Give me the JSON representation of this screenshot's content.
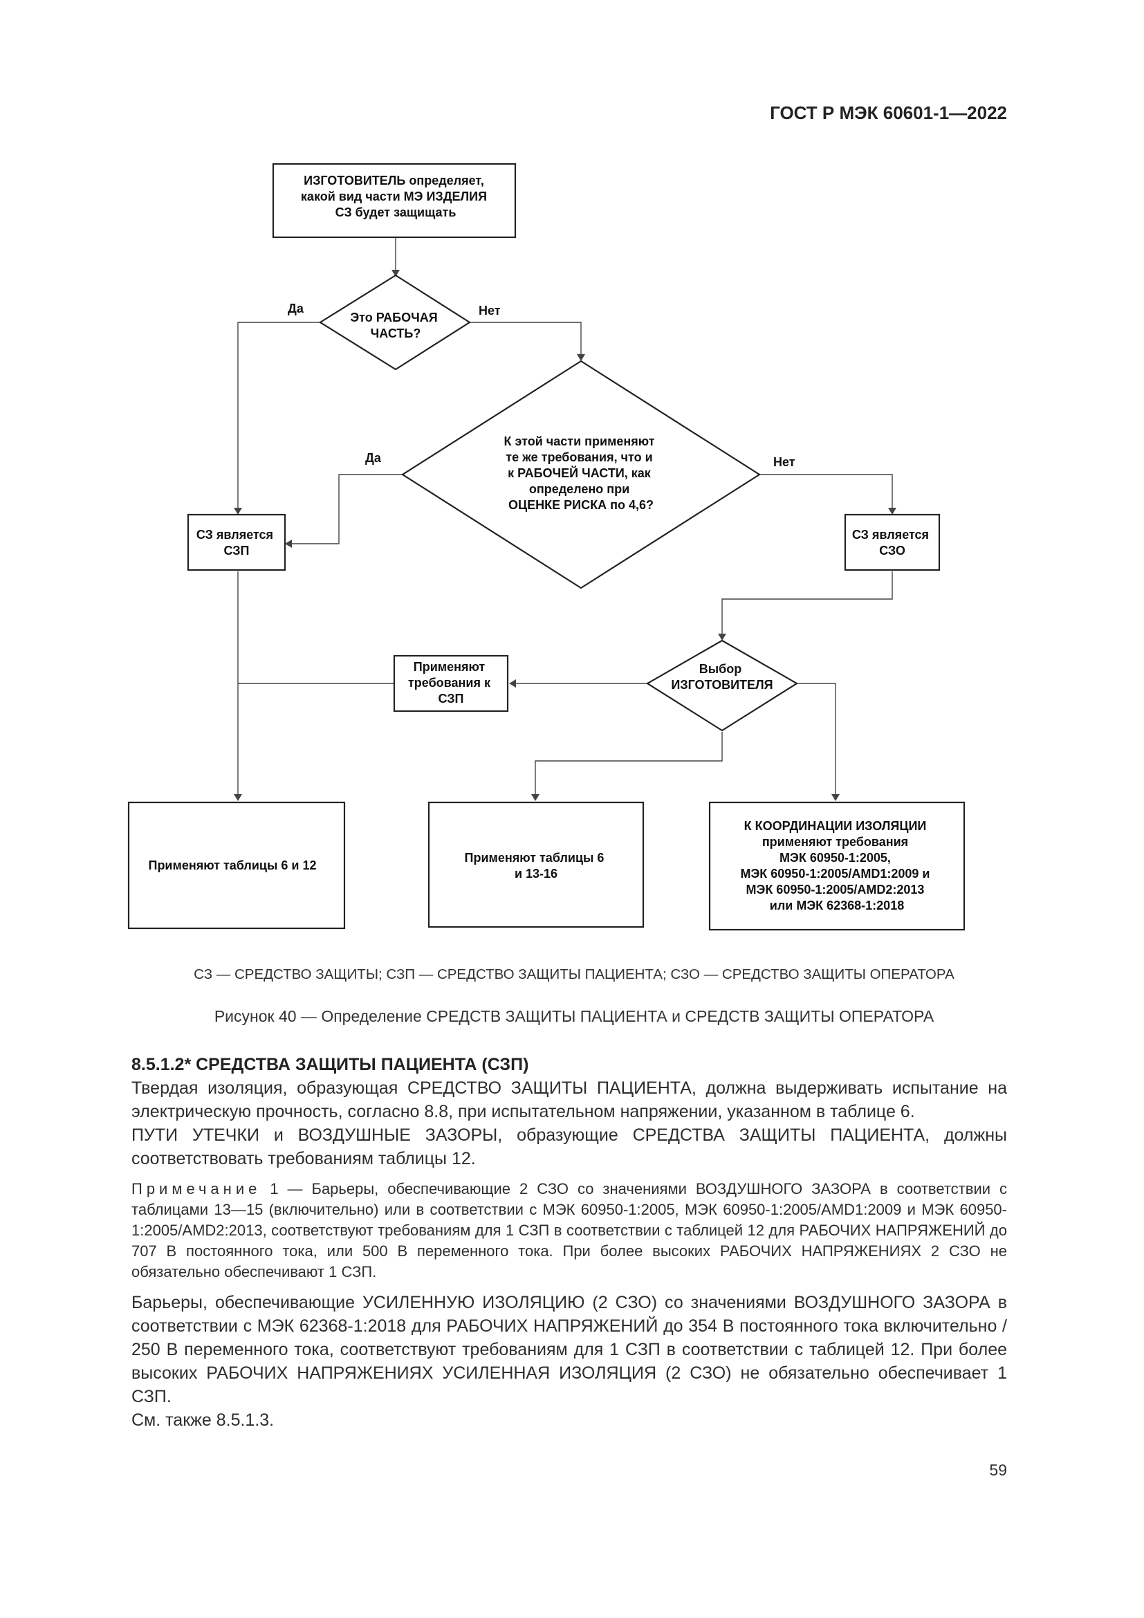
{
  "header": {
    "doc_code": "ГОСТ Р МЭК 60601-1—2022"
  },
  "flowchart": {
    "nodes": {
      "start": [
        "ИЗГОТОВИТЕЛЬ определяет,",
        "какой вид части МЭ ИЗДЕЛИЯ",
        "СЗ будет защищать"
      ],
      "d1": [
        "Это РАБОЧАЯ",
        "ЧАСТЬ?"
      ],
      "d2": [
        "К этой части применяют",
        "те же требования, что и",
        "к РАБОЧЕЙ ЧАСТИ, как",
        "определено при",
        "ОЦЕНКЕ РИСКА по 4,6?"
      ],
      "szp": [
        "СЗ является",
        "СЗП"
      ],
      "szo": [
        "СЗ является",
        "СЗО"
      ],
      "apply_szp": [
        "Применяют",
        "требования к",
        "СЗП"
      ],
      "d3": [
        "Выбор",
        "ИЗГОТОВИТЕЛЯ"
      ],
      "out1": [
        "Применяют таблицы 6 и 12"
      ],
      "out2": [
        "Применяют таблицы 6",
        "и 13-16"
      ],
      "out3": [
        "К КООРДИНАЦИИ ИЗОЛЯЦИИ",
        "применяют требования",
        "МЭК 60950-1:2005,",
        "МЭК 60950-1:2005/AMD1:2009 и",
        "МЭК 60950-1:2005/AMD2:2013",
        "или МЭК 62368-1:2018"
      ]
    },
    "labels": {
      "yes": "Да",
      "no": "Нет"
    }
  },
  "legend": "СЗ — СРЕДСТВО ЗАЩИТЫ; СЗП — СРЕДСТВО ЗАЩИТЫ ПАЦИЕНТА; СЗО — СРЕДСТВО ЗАЩИТЫ ОПЕРАТОРА",
  "caption": "Рисунок 40 — Определение СРЕДСТВ ЗАЩИТЫ ПАЦИЕНТА и СРЕДСТВ ЗАЩИТЫ ОПЕРАТОРА",
  "section": {
    "heading": "8.5.1.2* СРЕДСТВА ЗАЩИТЫ ПАЦИЕНТА (СЗП)",
    "p1": "Твердая изоляция, образующая СРЕДСТВО ЗАЩИТЫ ПАЦИЕНТА, должна выдерживать испытание на электрическую прочность, согласно 8.8, при испытательном напряжении, указанном в таблице 6.",
    "p2": "ПУТИ УТЕЧКИ и ВОЗДУШНЫЕ ЗАЗОРЫ, образующие СРЕДСТВА ЗАЩИТЫ ПАЦИЕНТА, должны соответствовать требованиям таблицы 12.",
    "note_label": "Примечание",
    "note_text": "1 — Барьеры, обеспечивающие 2 СЗО со значениями ВОЗДУШНОГО ЗАЗОРА в соответствии с таблицами 13—15 (включительно) или в соответствии с МЭК 60950-1:2005, МЭК 60950-1:2005/AMD1:2009 и МЭК 60950-1:2005/AMD2:2013, соответствуют требованиям для 1 СЗП в соответствии с таблицей 12 для РАБОЧИХ НАПРЯЖЕНИЙ до 707 В постоянного тока, или 500 В переменного тока. При более высоких РАБОЧИХ НАПРЯЖЕНИЯХ 2 СЗО не обязательно обеспечивают 1 СЗП.",
    "p3": "Барьеры, обеспечивающие УСИЛЕННУЮ ИЗОЛЯЦИЮ (2 СЗО) со значениями ВОЗДУШНОГО ЗАЗОРА в соответствии с МЭК 62368-1:2018 для РАБОЧИХ НАПРЯЖЕНИЙ до 354 В постоянного тока включительно / 250 В переменного тока, соответствуют требованиям для 1 СЗП в соответствии с таблицей 12. При более высоких РАБОЧИХ НАПРЯЖЕНИЯХ УСИЛЕННАЯ ИЗОЛЯЦИЯ (2 СЗО) не обязательно обеспечивает 1 СЗП.",
    "p4": "См. также 8.5.1.3."
  },
  "page_number": "59"
}
